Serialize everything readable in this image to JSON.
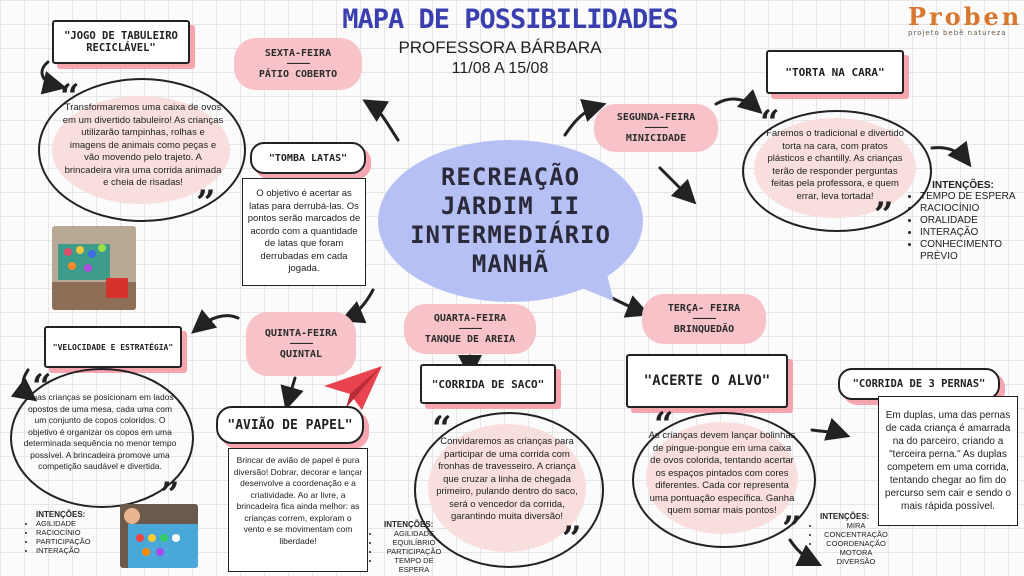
{
  "header": {
    "title": "MAPA DE POSSIBILIDADES",
    "teacher": "PROFESSORA BÁRBARA",
    "dates": "11/08 A 15/08"
  },
  "logo": {
    "name": "Proben",
    "tagline": "projeto bebê natureza"
  },
  "center": {
    "lines": [
      "RECREAÇÃO",
      "JARDIM II",
      "INTERMEDIÁRIO",
      "MANHÃ"
    ]
  },
  "days": {
    "sexta": {
      "day": "SEXTA-FEIRA",
      "place": "PÁTIO COBERTO"
    },
    "segunda": {
      "day": "SEGUNDA-FEIRA",
      "place": "MINICIDADE"
    },
    "terca": {
      "day": "TERÇA- FEIRA",
      "place": "BRINQUEDÃO"
    },
    "quarta": {
      "day": "QUARTA-FEIRA",
      "place": "TANQUE DE AREIA"
    },
    "quinta": {
      "day": "QUINTA-FEIRA",
      "place": "QUINTAL"
    },
    "dash": "—————"
  },
  "activities": {
    "tabuleiro": {
      "label": "\"JOGO DE TABULEIRO RECICLÁVEL\"",
      "text": "Transformaremos uma caixa de ovos em um divertido tabuleiro! As crianças utilizarão tampinhas, rolhas e imagens de animais como peças e vão movendo pelo trajeto. A brincadeira vira uma corrida animada e cheia de risadas!"
    },
    "tomba": {
      "label": "\"TOMBA LATAS\"",
      "text": "O objetivo é acertar as latas para derrubá-las. Os pontos serão marcados de acordo com a quantidade de latas que foram derrubadas em cada jogada."
    },
    "torta": {
      "label": "\"TORTA NA CARA\"",
      "text": "Faremos o tradicional e divertido torta na cara, com pratos plásticos e chantilly. As crianças terão de responder perguntas feitas pela professora, e quem errar, leva tortada!"
    },
    "velocidade": {
      "label": "\"VELOCIDADE E ESTRATÉGIA\"",
      "text": "Duas crianças se posicionam em lados opostos de uma mesa, cada uma com um conjunto de copos coloridos. O objetivo é organizar os copos em uma determinada sequência no menor tempo possível. A brincadeira promove uma competição saudável e divertida."
    },
    "aviao": {
      "label": "\"AVIÃO DE PAPEL\"",
      "text": "Brincar de avião de papel é pura diversão! Dobrar, decorar e lançar desenvolve a coordenação e a criatividade. Ao ar livre, a brincadeira fica ainda melhor: as crianças correm, exploram o vento e se movimentam com liberdade!"
    },
    "saco": {
      "label": "\"CORRIDA DE SACO\"",
      "text": "Convidaremos as crianças para participar de uma corrida com fronhas de travesseiro. A criança que cruzar a linha de chegada primeiro, pulando dentro do saco, será o vencedor da corrida, garantindo muita diversão!"
    },
    "alvo": {
      "label": "\"ACERTE O ALVO\"",
      "text": "As crianças devem lançar bolinhas de pingue-pongue em uma caixa de ovos colorida, tentando acertar os espaços pintados com cores diferentes. Cada cor representa uma pontuação específica. Ganha quem somar mais pontos!"
    },
    "pernas": {
      "label": "\"CORRIDA DE 3 PERNAS\"",
      "text": "Em duplas, uma das pernas de cada criança é amarrada na do parceiro, criando a \"terceira perna.\" As duplas competem em uma corrida, tentando chegar ao fim do percurso sem cair e sendo o mais rápida possível."
    }
  },
  "intentions": {
    "title": "INTENÇÕES:",
    "right": [
      "TEMPO DE ESPERA",
      "RACIOCÍNIO",
      "ORALIDADE",
      "INTERAÇÃO",
      "CONHECIMENTO PRÉVIO"
    ],
    "left": [
      "AGILIDADE",
      "RACIOCÍNIO",
      "PARTICIPAÇÃO",
      "INTERAÇÃO"
    ],
    "middle": [
      "AGILIDADE",
      "EQUILÍBRIO",
      "PARTICIPAÇÃO",
      "TEMPO DE ESPERA"
    ],
    "alvo": [
      "MIRA",
      "CONCENTRAÇÃO",
      "COORDENAÇÃO MOTORA",
      "DIVERSÃO"
    ]
  },
  "colors": {
    "title": "#3a3fb0",
    "bubble": "#b7c0f5",
    "tag": "#f7c3c8",
    "shadow": "#f6a4ae",
    "oval": "#f9dede",
    "plane": "#e8434f"
  },
  "icons": {
    "quote_open": "“",
    "quote_close": "”"
  }
}
